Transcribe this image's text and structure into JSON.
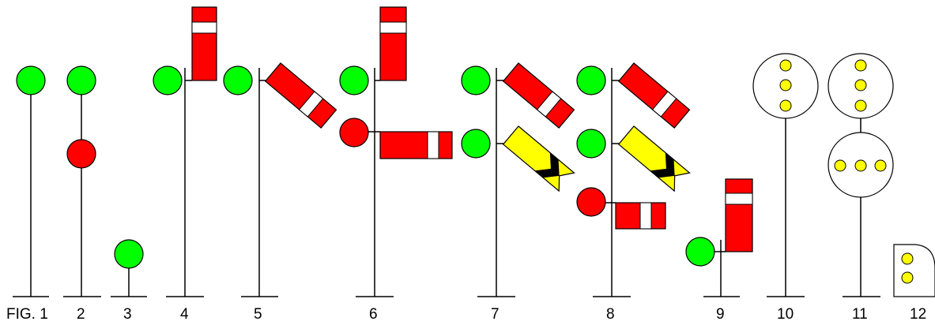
{
  "colors": {
    "mast": "#000000",
    "green_lamp": "#00ff00",
    "red_lamp": "#ff0000",
    "arm_red": "#ff0000",
    "arm_stripe": "#ffffff",
    "distant_yellow": "#ffff00",
    "chevron": "#000000",
    "light_yellow": "#ffff00",
    "outline": "#000000"
  },
  "figures": [
    {
      "id": "fig1",
      "label": "FIG. 1",
      "kind": "single-green-lamp"
    },
    {
      "id": "fig2",
      "label": "2",
      "kind": "green-over-red-lamps"
    },
    {
      "id": "fig3",
      "label": "3",
      "kind": "dwarf-green-lamp"
    },
    {
      "id": "fig4",
      "label": "4",
      "kind": "semaphore-vertical-arm"
    },
    {
      "id": "fig5",
      "label": "5",
      "kind": "semaphore-diagonal-arm"
    },
    {
      "id": "fig6",
      "label": "6",
      "kind": "semaphore-vertical-and-horizontal-arms"
    },
    {
      "id": "fig7",
      "label": "7",
      "kind": "semaphore-home-and-distant-diagonal"
    },
    {
      "id": "fig8",
      "label": "8",
      "kind": "semaphore-home-distant-and-lower-arm"
    },
    {
      "id": "fig9",
      "label": "9",
      "kind": "low-semaphore-vertical-arm"
    },
    {
      "id": "fig10",
      "label": "10",
      "kind": "position-light-vertical"
    },
    {
      "id": "fig11",
      "label": "11",
      "kind": "position-light-vertical-and-horizontal"
    },
    {
      "id": "fig12",
      "label": "12",
      "kind": "dwarf-position-light"
    }
  ]
}
